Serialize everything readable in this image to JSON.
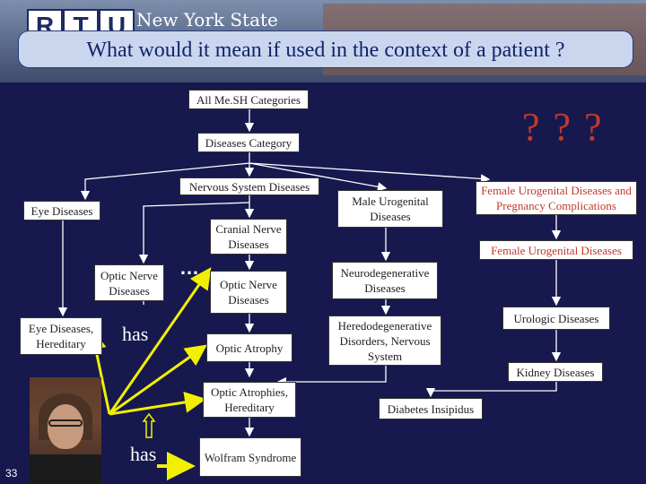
{
  "header": {
    "logo_letters": [
      "R",
      "T",
      "U"
    ],
    "institution": "New York State",
    "title": "What would it mean if used in the context of a patient ?"
  },
  "nodes": {
    "all_mesh": "All Me.SH Categories",
    "diseases_category": "Diseases Category",
    "nervous_system": "Nervous System Diseases",
    "eye_diseases": "Eye Diseases",
    "male_urogenital": "Male Urogenital Diseases",
    "female_urogenital_pregnancy": "Female Urogenital Diseases and Pregnancy Complications",
    "cranial_nerve": "Cranial Nerve Diseases",
    "female_urogenital": "Female Urogenital Diseases",
    "optic_nerve_left": "Optic Nerve Diseases",
    "optic_nerve_mid": "Optic Nerve Diseases",
    "neurodegenerative": "Neurodegenerative Diseases",
    "eye_hereditary": "Eye Diseases, Hereditary",
    "optic_atrophy": "Optic Atrophy",
    "heredodegenerative": "Heredodegenerative Disorders, Nervous System",
    "urologic": "Urologic Diseases",
    "kidney": "Kidney Diseases",
    "optic_atrophies_hereditary": "Optic Atrophies, Hereditary",
    "diabetes_insipidus": "Diabetes Insipidus",
    "wolfram": "Wolfram Syndrome"
  },
  "annotations": {
    "question": "? ? ?",
    "ellipsis": "…",
    "has_upper": "has",
    "has_lower": "has",
    "slide_number": "33"
  },
  "colors": {
    "background": "#16184e",
    "title_box": "#c9d6ee",
    "title_text": "#13236b",
    "question_red": "#c0392b",
    "has_arrows": "#f2f000"
  }
}
